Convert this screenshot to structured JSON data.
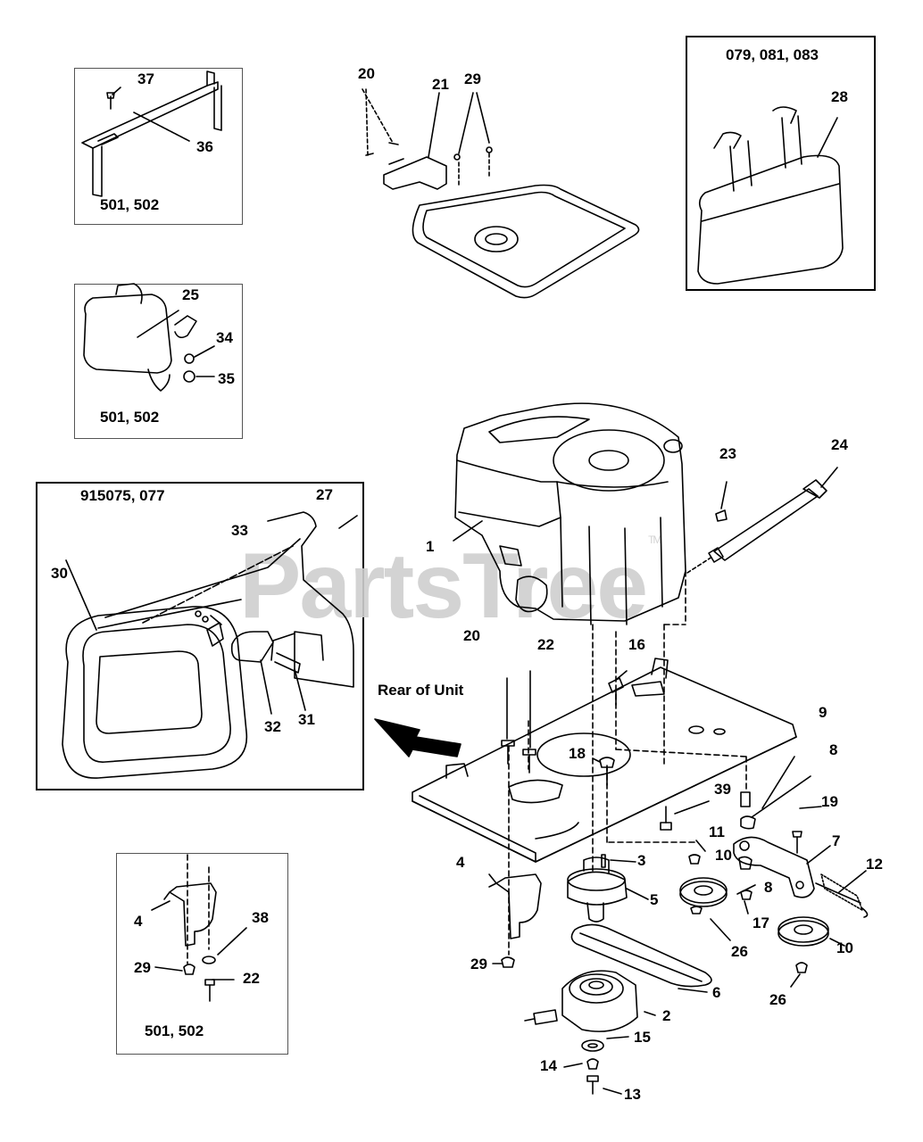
{
  "watermark": {
    "text": "PartsTree",
    "mark": "TM"
  },
  "insets": {
    "top_left": {
      "caption": "501, 502"
    },
    "mid_left": {
      "caption": "501, 502"
    },
    "muffler_box": {
      "caption": "915075, 077"
    },
    "bottom_left": {
      "caption": "501, 502"
    },
    "top_right": {
      "caption": "079, 081, 083"
    }
  },
  "annotation": {
    "rear_of_unit": "Rear of Unit"
  },
  "callouts": {
    "c37": "37",
    "c36": "36",
    "c20a": "20",
    "c21": "21",
    "c29a": "29",
    "c28": "28",
    "c25": "25",
    "c34": "34",
    "c35": "35",
    "c27": "27",
    "c33": "33",
    "c30": "30",
    "c32": "32",
    "c31": "31",
    "c23": "23",
    "c24": "24",
    "c1": "1",
    "c20b": "20",
    "c22a": "22",
    "c16": "16",
    "c9": "9",
    "c8a": "8",
    "c18": "18",
    "c39": "39",
    "c19": "19",
    "c11": "11",
    "c10a": "10",
    "c7": "7",
    "c12": "12",
    "c4a": "4",
    "c3": "3",
    "c8b": "8",
    "c5": "5",
    "c17": "17",
    "c26a": "26",
    "c10b": "10",
    "c29b": "29",
    "c6": "6",
    "c26b": "26",
    "c2": "2",
    "c15": "15",
    "c14": "14",
    "c13": "13",
    "c4b": "4",
    "c38": "38",
    "c29c": "29",
    "c22b": "22"
  }
}
